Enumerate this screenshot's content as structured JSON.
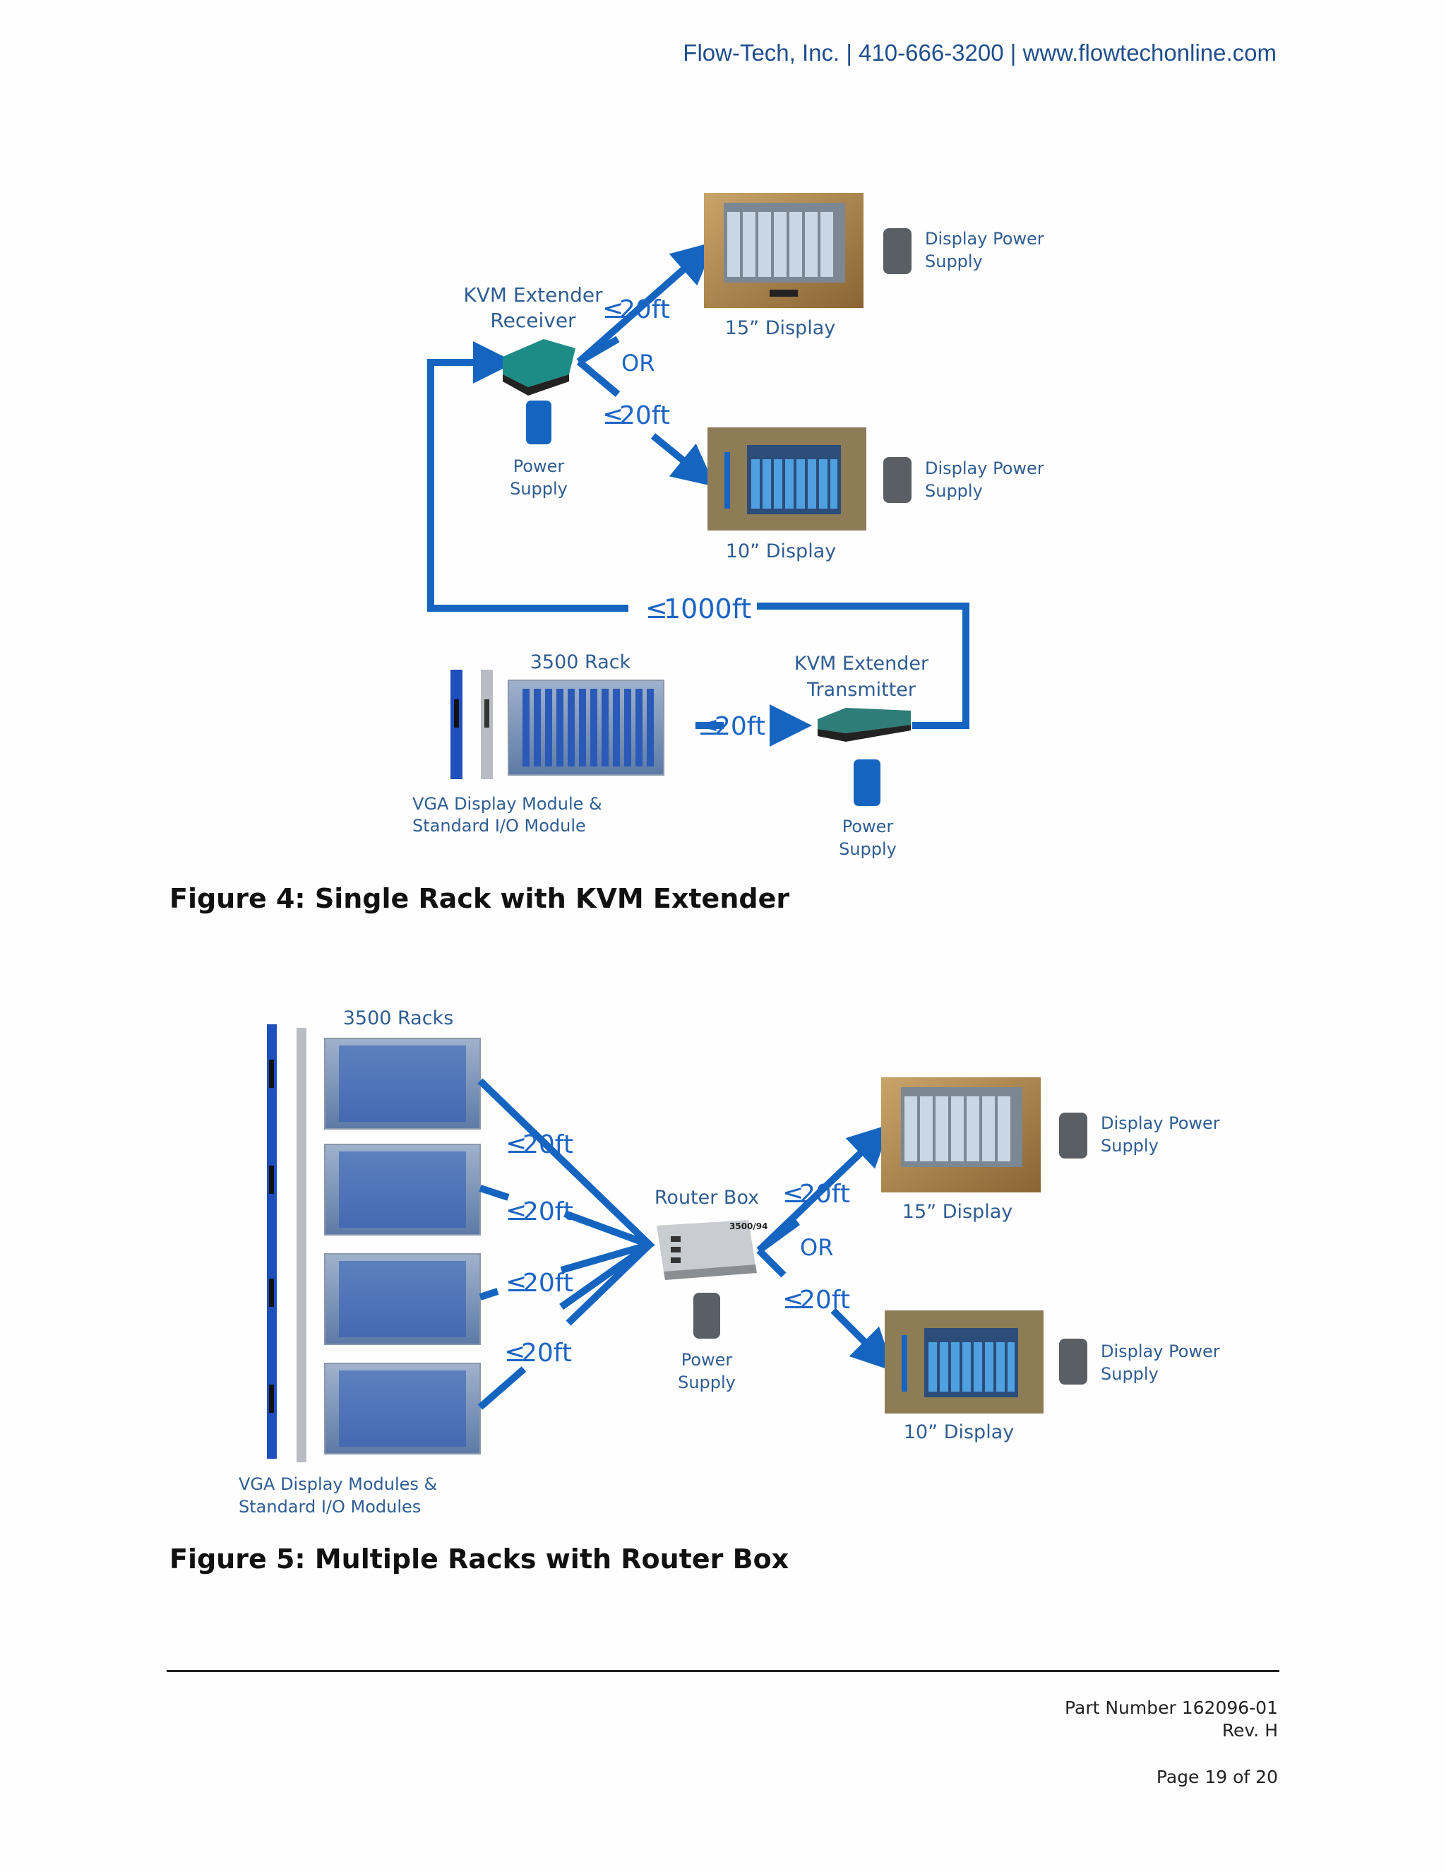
{
  "header": {
    "text": "Flow-Tech, Inc. | 410-666-3200 | www.flowtechonline.com"
  },
  "figure4": {
    "caption": "Figure 4: Single Rack with KVM Extender",
    "labels": {
      "kvm_receiver_l1": "KVM Extender",
      "kvm_receiver_l2": "Receiver",
      "dist_top": "20ft",
      "or": "OR",
      "dist_bottom": "20ft",
      "display15": "15” Display",
      "display10": "10” Display",
      "dps1_l1": "Display Power",
      "dps1_l2": "Supply",
      "dps2_l1": "Display Power",
      "dps2_l2": "Supply",
      "ps_l1": "Power",
      "ps_l2": "Supply",
      "dist_long": "1000ft",
      "rack": "3500 Rack",
      "dist_rack": "20ft",
      "kvm_tx_l1": "KVM Extender",
      "kvm_tx_l2": "Transmitter",
      "vga_l1": "VGA Display Module &",
      "vga_l2": "Standard I/O Module",
      "ps2_l1": "Power",
      "ps2_l2": "Supply"
    }
  },
  "figure5": {
    "caption": "Figure 5: Multiple Racks with Router Box",
    "labels": {
      "racks": "3500 Racks",
      "d1": "20ft",
      "d2": "20ft",
      "d3": "20ft",
      "d4": "20ft",
      "router": "Router Box",
      "router_model": "3500/94",
      "ps_l1": "Power",
      "ps_l2": "Supply",
      "dist_top": "20ft",
      "or": "OR",
      "dist_bottom": "20ft",
      "display15": "15” Display",
      "display10": "10” Display",
      "dps1_l1": "Display Power",
      "dps1_l2": "Supply",
      "dps2_l1": "Display Power",
      "dps2_l2": "Supply",
      "vga_l1": "VGA Display Modules &",
      "vga_l2": "Standard I/O Modules"
    }
  },
  "footer": {
    "part_number": "Part Number 162096-01",
    "rev": "Rev. H",
    "page": "Page 19 of 20"
  },
  "colors": {
    "arrow": "#1565c0",
    "label": "#2f5d92",
    "header": "#1f4e8c"
  }
}
